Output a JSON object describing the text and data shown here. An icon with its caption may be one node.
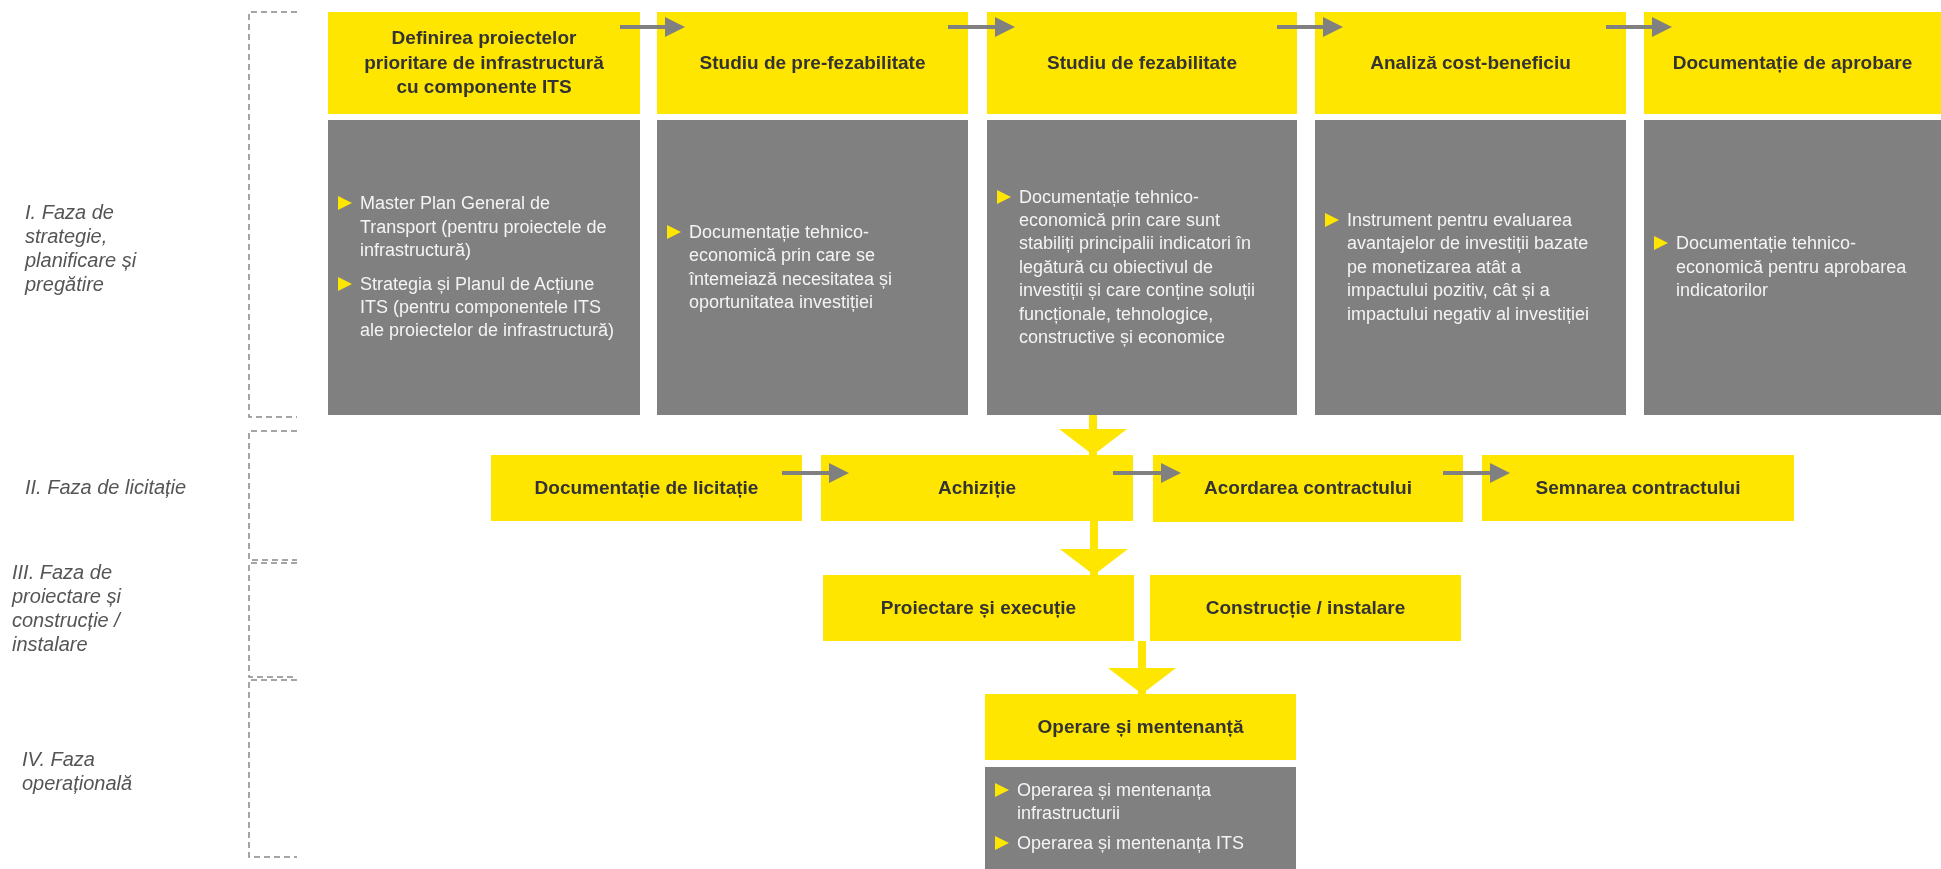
{
  "diagram": {
    "nodes": [
      {
        "text": [
          "Definirea proiectelor prioritare de infrastructură cu componente ITS"
        ]
      },
      {
        "text": [
          "Studiu de pre-fezabilitate"
        ]
      },
      {
        "text": [
          "Studiu de fezabilitate"
        ]
      },
      {
        "text": [
          "Analiză cost-beneficiu"
        ]
      },
      {
        "text": [
          "Documentație de aprobare"
        ]
      },
      {
        "text": [
          "Master Plan General de Transport (pentru proiectele de infrastructură)",
          "Strategia și Planul de Acțiune ITS (pentru componentele ITS ale proiectelor de infrastructură)"
        ]
      },
      {
        "text": [
          "Documentație tehnico-economică prin care se întemeiază necesitatea și oportunitatea investiției"
        ]
      },
      {
        "text": [
          "Documentație tehnico-economică prin care sunt stabiliți principalii indicatori în legătură cu obiectivul de investiții și care conține soluții funcționale, tehnologice, constructive și economice"
        ]
      },
      {
        "text": [
          "Instrument pentru evaluarea avantajelor de investiții bazate pe monetizarea atât a impactului pozitiv, cât și a impactului negativ al investiției"
        ]
      },
      {
        "text": [
          "Documentație tehnico-economică pentru aprobarea indicatorilor"
        ]
      },
      {
        "text": [
          "Documentație de licitație"
        ]
      },
      {
        "text": [
          "Achiziție"
        ]
      },
      {
        "text": [
          "Acordarea contractului"
        ]
      },
      {
        "text": [
          "Semnarea contractului"
        ]
      },
      {
        "text": [
          "Proiectare și execuție"
        ]
      },
      {
        "text": [
          "Construcție / instalare"
        ]
      },
      {
        "text": [
          "Operare și mentenanță"
        ]
      },
      {
        "text": [
          "Operarea și mentenanța infrastructurii",
          "Operarea și mentenanța ITS"
        ]
      }
    ],
    "edges": [
      {
        "from": 0,
        "to": 1,
        "arrow": "to"
      },
      {
        "from": 1,
        "to": 2,
        "arrow": "to"
      },
      {
        "from": 2,
        "to": 3,
        "arrow": "to"
      },
      {
        "from": 3,
        "to": 4,
        "arrow": "to"
      },
      {
        "from": 10,
        "to": 11,
        "arrow": "to"
      },
      {
        "from": 11,
        "to": 12,
        "arrow": "to"
      },
      {
        "from": 12,
        "to": 13,
        "arrow": "to"
      },
      {
        "from": 7,
        "to": 11,
        "arrow": "to",
        "style": "thick",
        "color": "#ffe600"
      },
      {
        "from": 11,
        "to": 14,
        "arrow": "to",
        "style": "thick",
        "color": "#ffe600"
      },
      {
        "from": 14,
        "to": 16,
        "arrow": "to",
        "style": "thick",
        "color": "#ffe600"
      }
    ],
    "labels": [
      "I. Faza de strategie, planificare și pregătire",
      "II. Faza de licitație",
      "III. Faza de proiectare și construcție / instalare",
      "IV. Faza operațională"
    ]
  }
}
